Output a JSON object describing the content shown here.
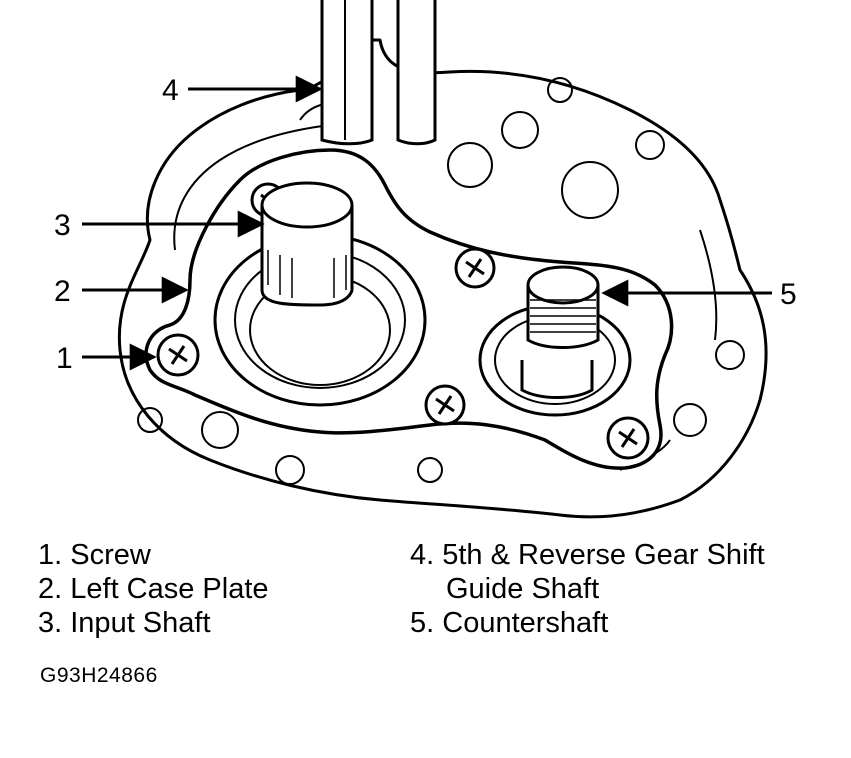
{
  "callouts": [
    {
      "num": "1"
    },
    {
      "num": "2"
    },
    {
      "num": "3"
    },
    {
      "num": "4"
    },
    {
      "num": "5"
    }
  ],
  "legend": {
    "left": [
      {
        "num": "1.",
        "label": "Screw"
      },
      {
        "num": "2.",
        "label": "Left Case Plate"
      },
      {
        "num": "3.",
        "label": "Input Shaft"
      }
    ],
    "right": [
      {
        "num": "4.",
        "label": "5th & Reverse Gear Shift",
        "label_cont": "Guide Shaft"
      },
      {
        "num": "5.",
        "label": "Countershaft"
      }
    ]
  },
  "figure_id": "G93H24866"
}
